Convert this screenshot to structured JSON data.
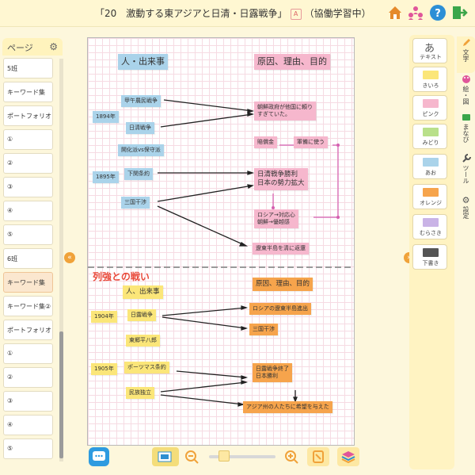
{
  "header": {
    "title_prefix": "「20　激動する東アジアと日清・日露戦争」",
    "title_badge": "A",
    "title_suffix": "（協働学習中）"
  },
  "left_panel": {
    "heading": "ページ",
    "items": [
      {
        "label": "5班",
        "selected": false
      },
      {
        "label": "キーワード集",
        "selected": false
      },
      {
        "label": "ポートフォリオ",
        "selected": false
      },
      {
        "label": "①",
        "selected": false
      },
      {
        "label": "②",
        "selected": false
      },
      {
        "label": "③",
        "selected": false
      },
      {
        "label": "④",
        "selected": false
      },
      {
        "label": "⑤",
        "selected": false
      },
      {
        "label": "6班",
        "selected": false
      },
      {
        "label": "キーワード集",
        "selected": true
      },
      {
        "label": "キーワード集②",
        "selected": false
      },
      {
        "label": "ポートフォリオ",
        "selected": false
      },
      {
        "label": "①",
        "selected": false
      },
      {
        "label": "②",
        "selected": false
      },
      {
        "label": "③",
        "selected": false
      },
      {
        "label": "④",
        "selected": false
      },
      {
        "label": "⑤",
        "selected": false
      }
    ]
  },
  "canvas": {
    "section1": {
      "head_people": "人・出来事",
      "head_causes": "原因、理由、目的",
      "year_1894": "1894年",
      "koga": "甲午農民戦争",
      "nisshin": "日清戦争",
      "kaika": "開化派vs保守派",
      "year_1895": "1895年",
      "shimonoseki": "下関条約",
      "sangoku": "三国干渉",
      "chosen": "朝鮮政府が他国に頼り\nすぎていた。",
      "baishokin": "賠償金",
      "gunbi": "軍備に使う",
      "shori": "日清戦争勝利\n日本の勢力拡大",
      "russia": "ロシア→対応心\n朝鮮→優越感",
      "ryotou": "遼東半島を清に返還"
    },
    "section2": {
      "title": "列強との戦い",
      "head_people": "人、出来事",
      "head_causes": "原因、理由、目的",
      "year_1904": "1904年",
      "nichiro": "日露戦争",
      "togo": "東郷平八郎",
      "russia_south": "ロシアの遼東半島進出",
      "sangoku": "三国干渉",
      "year_1905": "1905年",
      "portsmouth": "ポーツマス条約",
      "minzoku": "民族独立",
      "end": "日露戦争終了\n日本勝利",
      "asia": "アジア州の人たちに希望を与えた"
    }
  },
  "palette": {
    "items": [
      {
        "label": "テキスト",
        "swatch": "",
        "glyph": "あ"
      },
      {
        "label": "きいろ",
        "swatch": "#fbe679"
      },
      {
        "label": "ピンク",
        "swatch": "#f6b7cd"
      },
      {
        "label": "みどり",
        "swatch": "#b9e08a"
      },
      {
        "label": "あお",
        "swatch": "#aad3ea"
      },
      {
        "label": "オレンジ",
        "swatch": "#f6a44c"
      },
      {
        "label": "むらさき",
        "swatch": "#c9b3e6"
      },
      {
        "label": "下書き",
        "swatch": "#555555"
      }
    ]
  },
  "vtabs": {
    "text": "文字",
    "draw": "絵・図",
    "learn": "まなび",
    "tool": "ツール",
    "settings": "設定"
  },
  "colors": {
    "accent": "#f0a23a",
    "canvas_grid": "#f6dbe3",
    "section_title": "#e94a3a"
  }
}
